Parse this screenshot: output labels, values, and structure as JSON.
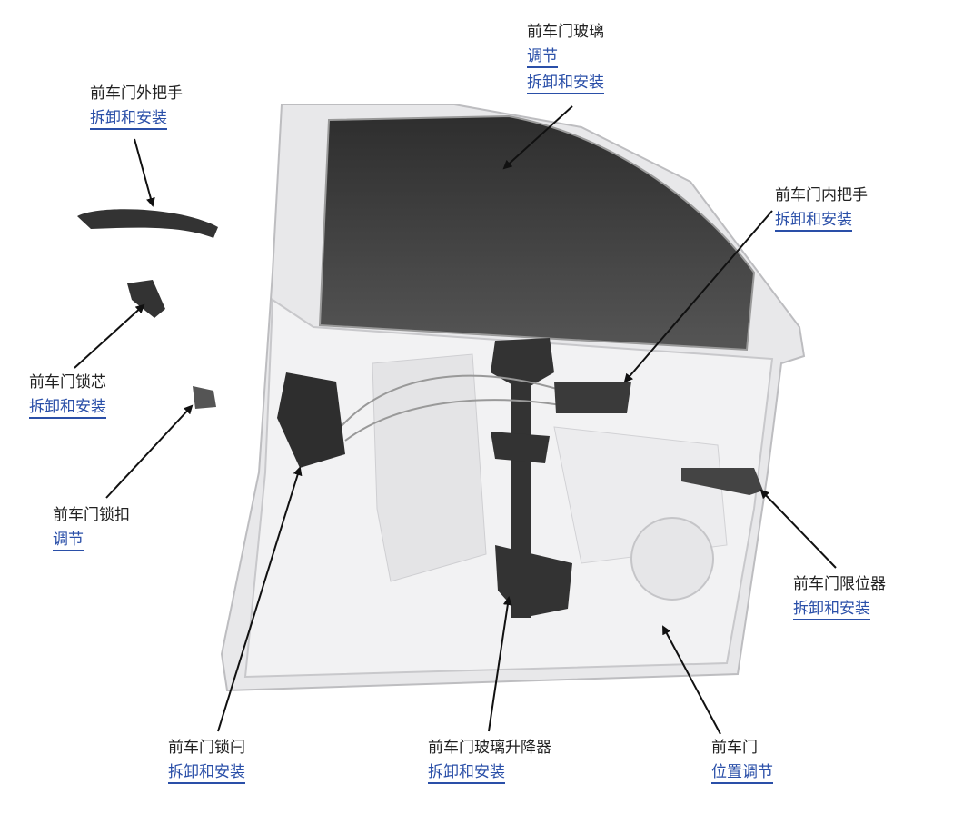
{
  "callouts": {
    "front_door_glass": {
      "title": "前车门玻璃",
      "links": [
        "调节",
        "拆卸和安装"
      ]
    },
    "outer_handle": {
      "title": "前车门外把手",
      "links": [
        "拆卸和安装"
      ]
    },
    "inner_handle": {
      "title": "前车门内把手",
      "links": [
        "拆卸和安装"
      ]
    },
    "lock_cylinder": {
      "title": "前车门锁芯",
      "links": [
        "拆卸和安装"
      ]
    },
    "striker": {
      "title": "前车门锁扣",
      "links": [
        "调节"
      ]
    },
    "door_checker": {
      "title": "前车门限位器",
      "links": [
        "拆卸和安装"
      ]
    },
    "door_latch": {
      "title": "前车门锁闩",
      "links": [
        "拆卸和安装"
      ]
    },
    "window_regulator": {
      "title": "前车门玻璃升降器",
      "links": [
        "拆卸和安装"
      ]
    },
    "front_door": {
      "title": "前车门",
      "links": [
        "位置调节"
      ]
    }
  }
}
